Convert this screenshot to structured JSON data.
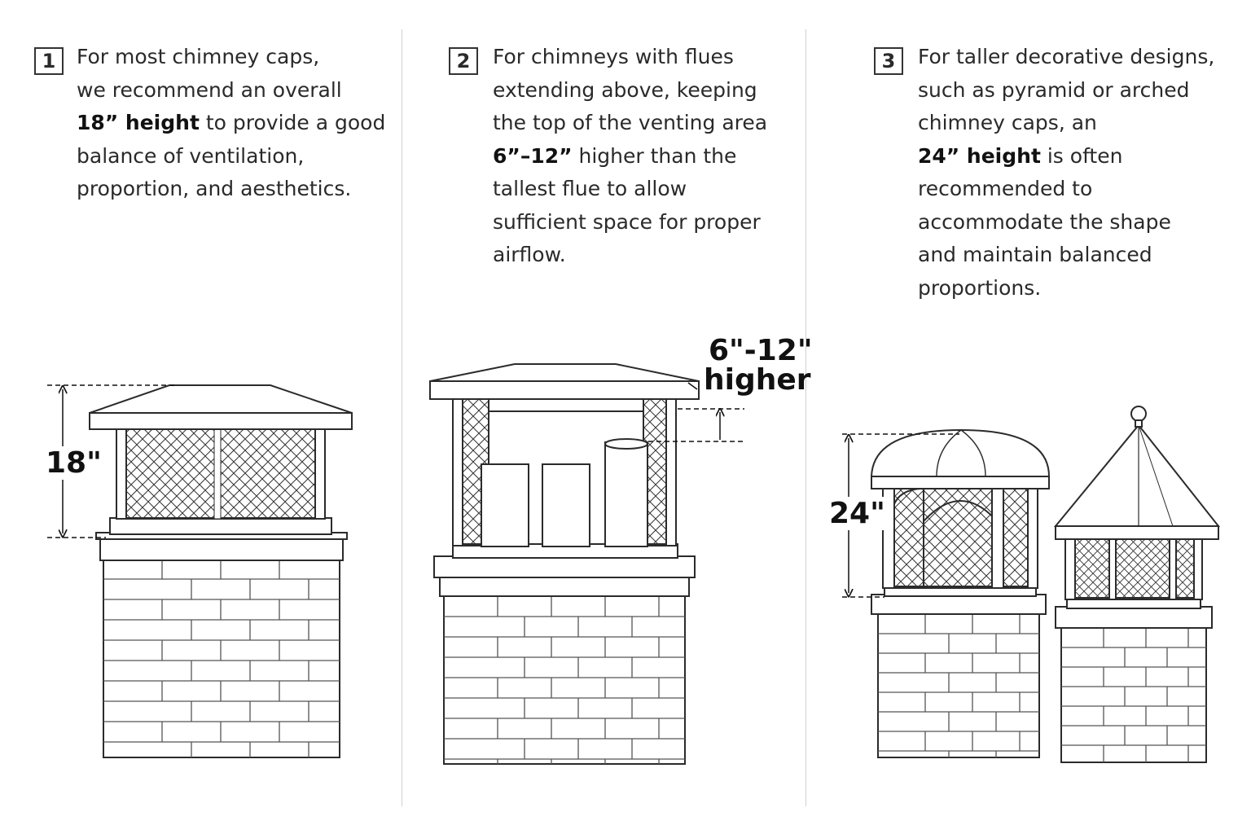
{
  "steps": [
    {
      "number": "1",
      "lines": [
        {
          "text": "For most chimney caps,"
        },
        {
          "text": "we recommend an overall"
        },
        {
          "bold": "18” height",
          "text": " to provide a good"
        },
        {
          "text": "balance of ventilation,"
        },
        {
          "text": "proportion, and aesthetics."
        }
      ]
    },
    {
      "number": "2",
      "lines": [
        {
          "text": "For chimneys with flues"
        },
        {
          "text": "extending above, keeping"
        },
        {
          "text": "the top of the venting area"
        },
        {
          "bold": "6”–12”",
          "text": " higher than the"
        },
        {
          "text": "tallest flue to allow"
        },
        {
          "text": "sufficient space for proper"
        },
        {
          "text": "airflow."
        }
      ]
    },
    {
      "number": "3",
      "lines": [
        {
          "text": "For taller decorative designs,"
        },
        {
          "text": "such as pyramid or arched"
        },
        {
          "text": "chimney caps, an"
        },
        {
          "bold": "24” height",
          "text": " is often"
        },
        {
          "text": "recommended to"
        },
        {
          "text": "accommodate the shape"
        },
        {
          "text": "and maintain balanced"
        },
        {
          "text": "proportions."
        }
      ]
    }
  ],
  "dimensions": {
    "step1": "18\"",
    "step2_line1": "6\"-12\"",
    "step2_line2": "higher",
    "step3": "24\""
  },
  "colors": {
    "line": "#2b2b2b",
    "brick": "#555555",
    "divider": "#d0d0d0"
  }
}
